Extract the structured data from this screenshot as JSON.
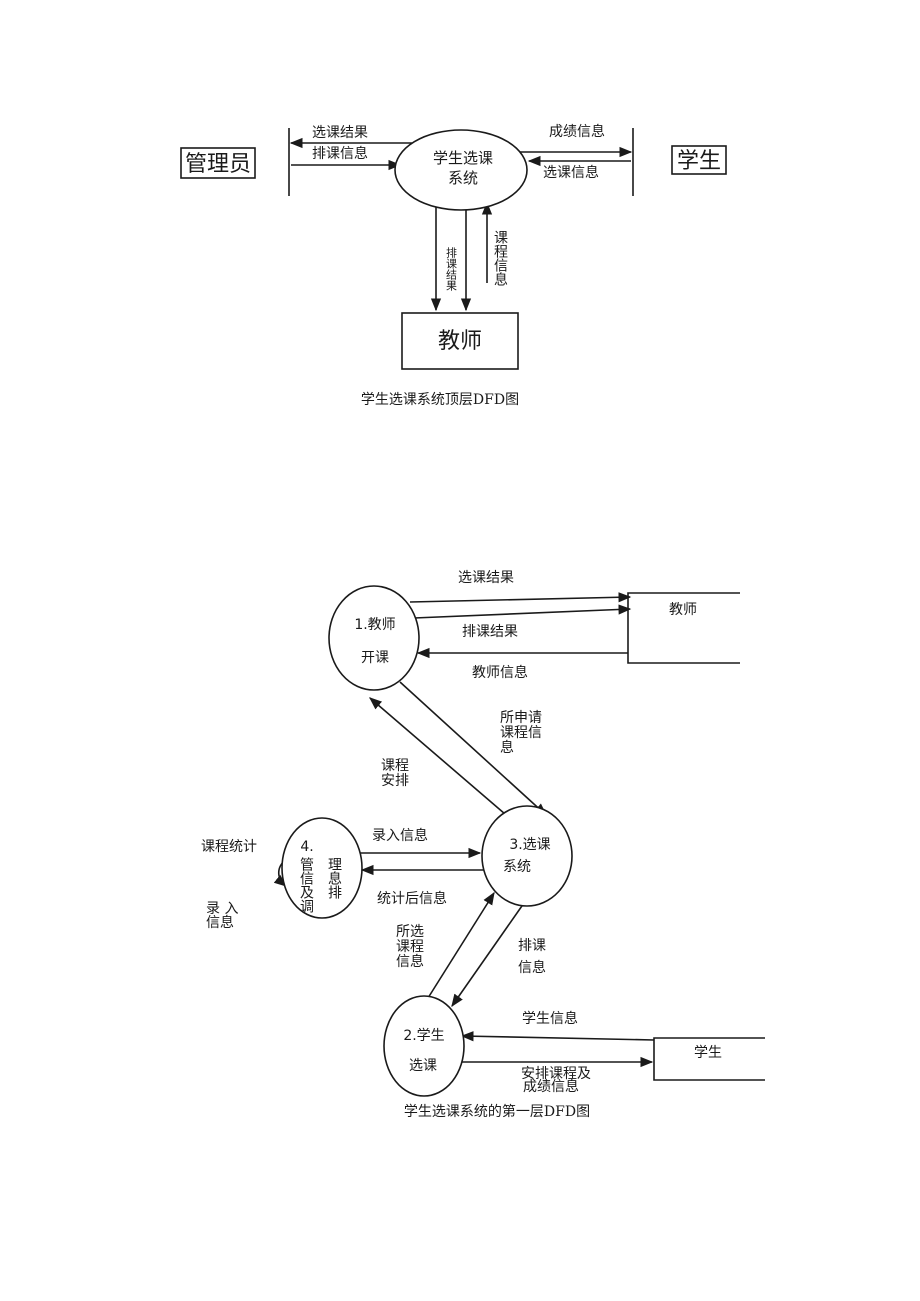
{
  "top_diagram": {
    "admin": "管理员",
    "student": "学生",
    "teacher": "教师",
    "system_line1": "学生选课",
    "system_line2": "系统",
    "admin_out": "选课结果",
    "admin_in": "排课信息",
    "student_out": "成绩信息",
    "student_in": "选课信息",
    "teacher_in": "排课结果",
    "teacher_out": "课程信息",
    "caption": "学生选课系统顶层DFD图"
  },
  "level1_diagram": {
    "p1_line1": "1.教师",
    "p1_line2": "开课",
    "p2_line1": "2.学生",
    "p2_line2": "选课",
    "p3_line1": "3.选课",
    "p3_line2": "系统",
    "p4_line1": "4.",
    "p4_col1": "管信及调",
    "p4_col2": "理息排",
    "teacher": "教师",
    "student": "学生",
    "f_select_result": "选课结果",
    "f_arrange_result": "排课结果",
    "f_teacher_info": "教师信息",
    "f_applied_course_1": "所申请",
    "f_applied_course_2": "课程信",
    "f_applied_course_3": "息",
    "f_course_arrange_1": "课程",
    "f_course_arrange_2": "安排",
    "f_input_info": "录入信息",
    "f_stat_info": "统计后信息",
    "f_course_stat": "课程统计",
    "f_input_info2_1": "录 入",
    "f_input_info2_2": "信息",
    "f_selected_course_1": "所选",
    "f_selected_course_2": "课程",
    "f_selected_course_3": "信息",
    "f_arrange_info_1": "排课",
    "f_arrange_info_2": "信息",
    "f_student_info": "学生信息",
    "f_arrange_grade_1": "安排课程及",
    "f_arrange_grade_2": "成绩信息",
    "caption": "学生选课系统的第一层DFD图"
  }
}
